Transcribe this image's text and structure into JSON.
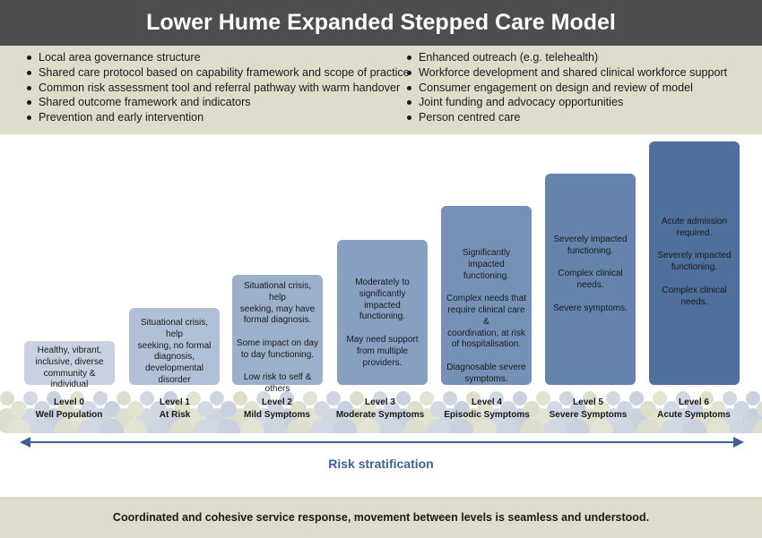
{
  "header": {
    "title": "Lower Hume Expanded Stepped Care Model"
  },
  "principles": {
    "left": [
      "Local area governance structure",
      "Shared care protocol based on capability framework and scope of practice",
      "Common risk assessment tool and referral pathway with warm handover",
      "Shared outcome framework and indicators",
      "Prevention and early intervention"
    ],
    "right": [
      "Enhanced outreach (e.g. telehealth)",
      "Workforce development and shared clinical workforce support",
      "Consumer engagement on design and review of model",
      "Joint funding and advocacy opportunities",
      "Person centred care"
    ]
  },
  "levels": [
    {
      "level": "Level 0",
      "name": "Well Population",
      "description": "Healthy, vibrant,\ninclusive, diverse\ncommunity & individual",
      "color": "#c7d1df"
    },
    {
      "level": "Level 1",
      "name": "At Risk",
      "description": "Situational crisis, help\nseeking, no formal\ndiagnosis,\ndevelopmental\ndisorder",
      "color": "#b0c0d6"
    },
    {
      "level": "Level 2",
      "name": "Mild Symptoms",
      "description": "Situational crisis, help\nseeking, may have\nformal diagnosis.\n\nSome impact on day\nto day functioning.\n\nLow risk to self &\nothers",
      "color": "#9cb0cc"
    },
    {
      "level": "Level 3",
      "name": "Moderate Symptoms",
      "description": "Moderately to\nsignificantly impacted\nfunctioning.\n\nMay need support\nfrom multiple\nproviders.",
      "color": "#879fc0"
    },
    {
      "level": "Level 4",
      "name": "Episodic Symptoms",
      "description": "Significantly impacted\nfunctioning.\n\nComplex needs that\nrequire clinical care &\ncoordination, at risk\nof hospitalisation.\n\nDiagnosable severe\nsymptoms.",
      "color": "#7591b8"
    },
    {
      "level": "Level 5",
      "name": "Severe Symptoms",
      "description": "Severely impacted\nfunctioning.\n\nComplex clinical\nneeds.\n\nSevere symptoms.",
      "color": "#6583ad"
    },
    {
      "level": "Level 6",
      "name": "Acute Symptoms",
      "description": "Acute admission\nrequired.\n\nSeverely impacted\nfunctioning.\n\nComplex clinical\nneeds.",
      "color": "#4f6f9c"
    }
  ],
  "axis": {
    "label": "Risk stratification",
    "color": "#3d6291"
  },
  "footer": {
    "text": "Coordinated and cohesive service response, movement between levels is seamless and understood."
  }
}
